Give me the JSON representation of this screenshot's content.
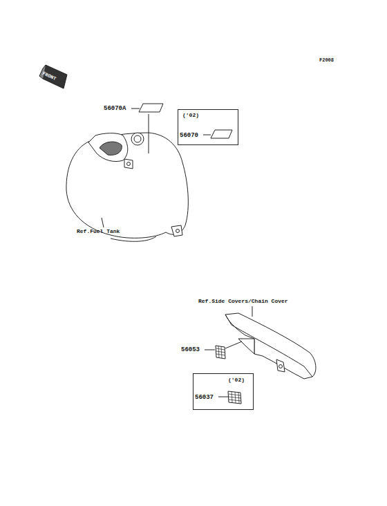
{
  "diagram": {
    "nodes": [
      {
        "text": [
          "('02)",
          "56070"
        ]
      },
      {
        "text": [
          "('02)",
          "56037"
        ]
      }
    ],
    "labels": [
      "F2008",
      "FRONT",
      "56070A",
      "Ref.Fuel Tank",
      "Ref.Side Covers/Chain Cover",
      "56053"
    ]
  }
}
